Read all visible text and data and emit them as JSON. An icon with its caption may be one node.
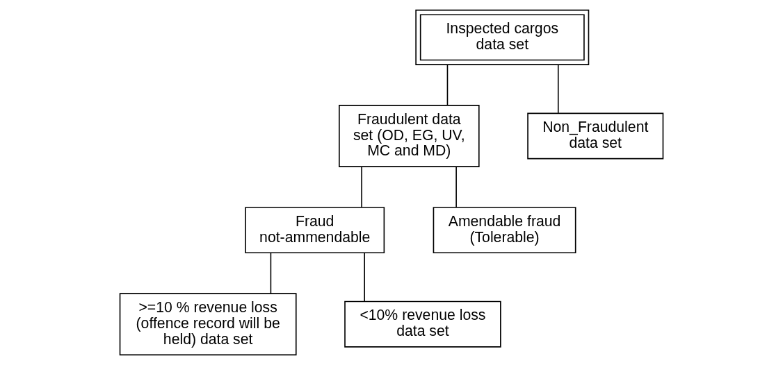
{
  "diagram": {
    "nodes": [
      {
        "text": [
          "Inspected cargos data set"
        ]
      },
      {
        "text": [
          "Fraudulent data set (OD, EG, UV, MC and MD)"
        ]
      },
      {
        "text": [
          "Non_Fraudulent data set"
        ]
      },
      {
        "text": [
          "Fraud not-ammendable"
        ]
      },
      {
        "text": [
          "Amendable fraud (Tolerable)"
        ]
      },
      {
        "text": [
          ">=10 % revenue loss (offence record will be held) data set"
        ]
      },
      {
        "text": [
          "<10% revenue loss data set"
        ]
      }
    ],
    "edges": [
      {
        "from": 0,
        "to": 1,
        "arrow": "none"
      },
      {
        "from": 0,
        "to": 2,
        "arrow": "none"
      },
      {
        "from": 1,
        "to": 3,
        "arrow": "none"
      },
      {
        "from": 1,
        "to": 4,
        "arrow": "none"
      },
      {
        "from": 3,
        "to": 5,
        "arrow": "none"
      },
      {
        "from": 3,
        "to": 6,
        "arrow": "none"
      }
    ]
  }
}
